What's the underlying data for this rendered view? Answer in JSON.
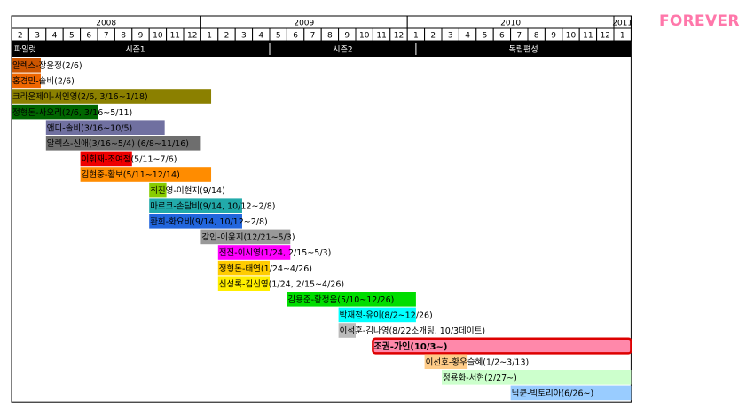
{
  "chart_data": {
    "type": "timeline",
    "forever_label": "FOREVER",
    "years": [
      {
        "label": "2008",
        "start": 0,
        "end": 11
      },
      {
        "label": "2009",
        "start": 11,
        "end": 23
      },
      {
        "label": "2010",
        "start": 23,
        "end": 35
      },
      {
        "label": "2011",
        "start": 35,
        "end": 36
      }
    ],
    "months": [
      "2",
      "3",
      "4",
      "5",
      "6",
      "7",
      "8",
      "9",
      "10",
      "11",
      "12",
      "1",
      "2",
      "3",
      "4",
      "5",
      "6",
      "7",
      "8",
      "9",
      "10",
      "11",
      "12",
      "1",
      "2",
      "3",
      "4",
      "5",
      "6",
      "7",
      "8",
      "9",
      "10",
      "11",
      "12",
      "1"
    ],
    "band": {
      "first_label": "파일럿",
      "sections": [
        {
          "label": "시즌1",
          "start": 0,
          "end": 15
        },
        {
          "label": "시즌2",
          "start": 15,
          "end": 23.5
        },
        {
          "label": "독립편성",
          "start": 23.5,
          "end": 36
        }
      ]
    },
    "bars": [
      {
        "label": "알렉스-장윤정(2/6)",
        "start": 0,
        "end": 1.7,
        "color": "#cc5500"
      },
      {
        "label": "홍경민-솔비(2/6)",
        "start": 0,
        "end": 1.7,
        "color": "#ee6600"
      },
      {
        "label": "크라운제이-서인영(2/6, 3/16~1/18)",
        "start": 0,
        "end": 11.6,
        "color": "#8b8000"
      },
      {
        "label": "정형돈-사오리(2/6, 3/16~5/11)",
        "start": 0,
        "end": 5.0,
        "color": "#006600"
      },
      {
        "label": "앤디-솔비(3/16~10/5)",
        "start": 2.0,
        "end": 8.9,
        "color": "#7070a0"
      },
      {
        "label": "알렉스-신애(3/16~5/4) (6/8~11/16)",
        "start": 2.0,
        "end": 11.0,
        "color": "#6e6e6e"
      },
      {
        "label": "이휘재-조여정(5/11~7/6)",
        "start": 4.0,
        "end": 7.0,
        "color": "#ee0000"
      },
      {
        "label": "김현중-황보(5/11~12/14)",
        "start": 4.0,
        "end": 11.6,
        "color": "#ff8c00"
      },
      {
        "label": "최진영-이현지(9/14)",
        "start": 8.0,
        "end": 9.0,
        "color": "#88cc00"
      },
      {
        "label": "마르코-손담비(9/14, 10/12~2/8)",
        "start": 8.0,
        "end": 13.4,
        "color": "#22aaaa"
      },
      {
        "label": "환희-화요비(9/14, 10/12~2/8)",
        "start": 8.0,
        "end": 13.4,
        "color": "#2266dd"
      },
      {
        "label": "강인-이윤지(12/21~5/3)",
        "start": 11.0,
        "end": 16.2,
        "color": "#999999"
      },
      {
        "label": "전진-이시영(1/24, 2/15~5/3)",
        "start": 12.0,
        "end": 16.2,
        "color": "#ff00ff"
      },
      {
        "label": "정형돈-태연(1/24~4/26)",
        "start": 12.0,
        "end": 15.0,
        "color": "#ffcc00"
      },
      {
        "label": "신성록-김신영(1/24, 2/15~4/26)",
        "start": 12.0,
        "end": 15.0,
        "color": "#ffee00"
      },
      {
        "label": "김용준-황정음(5/10~12/26)",
        "start": 16.0,
        "end": 23.5,
        "color": "#00dd00"
      },
      {
        "label": "박재정-유이(8/2~12/26)",
        "start": 19.0,
        "end": 23.5,
        "color": "#00ffff"
      },
      {
        "label": "이석훈-김나영(8/22소개팅, 10/3데이트)",
        "start": 19.0,
        "end": 20.0,
        "color": "#bbbbbb"
      },
      {
        "label": "조권-가인(10/3~)",
        "start": 21.0,
        "end": 36.0,
        "color": "#ff88aa",
        "highlight": true
      },
      {
        "label": "이선호-황우슬혜(1/2~3/13)",
        "start": 24.0,
        "end": 26.5,
        "color": "#ffcc88"
      },
      {
        "label": "정용화-서현(2/27~)",
        "start": 25.0,
        "end": 36.0,
        "color": "#ccffcc"
      },
      {
        "label": "닉쿤-빅토리아(6/26~)",
        "start": 29.0,
        "end": 36.0,
        "color": "#99ccff"
      }
    ]
  }
}
